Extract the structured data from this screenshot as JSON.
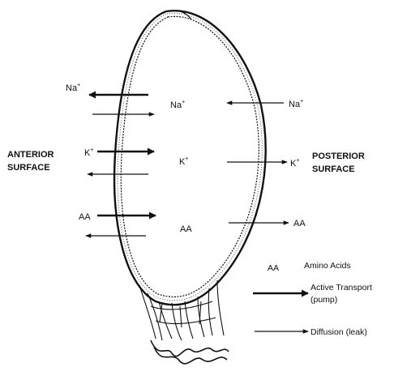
{
  "labels": {
    "na_left": "Na",
    "na_inner": "Na",
    "na_right": "Na",
    "k_left": "K",
    "k_inner": "K",
    "k_right": "K",
    "aa_left": "AA",
    "aa_inner": "AA",
    "aa_right": "AA",
    "ion_charge": "+",
    "anterior_line1": "ANTERIOR",
    "anterior_line2": "SURFACE",
    "posterior_line1": "POSTERIOR",
    "posterior_line2": "SURFACE"
  },
  "legend": {
    "symbol": "AA",
    "symbol_text": "Amino Acids",
    "active_line1": "Active Transport",
    "active_line2": "(pump)",
    "diffusion": "Diffusion (leak)"
  }
}
